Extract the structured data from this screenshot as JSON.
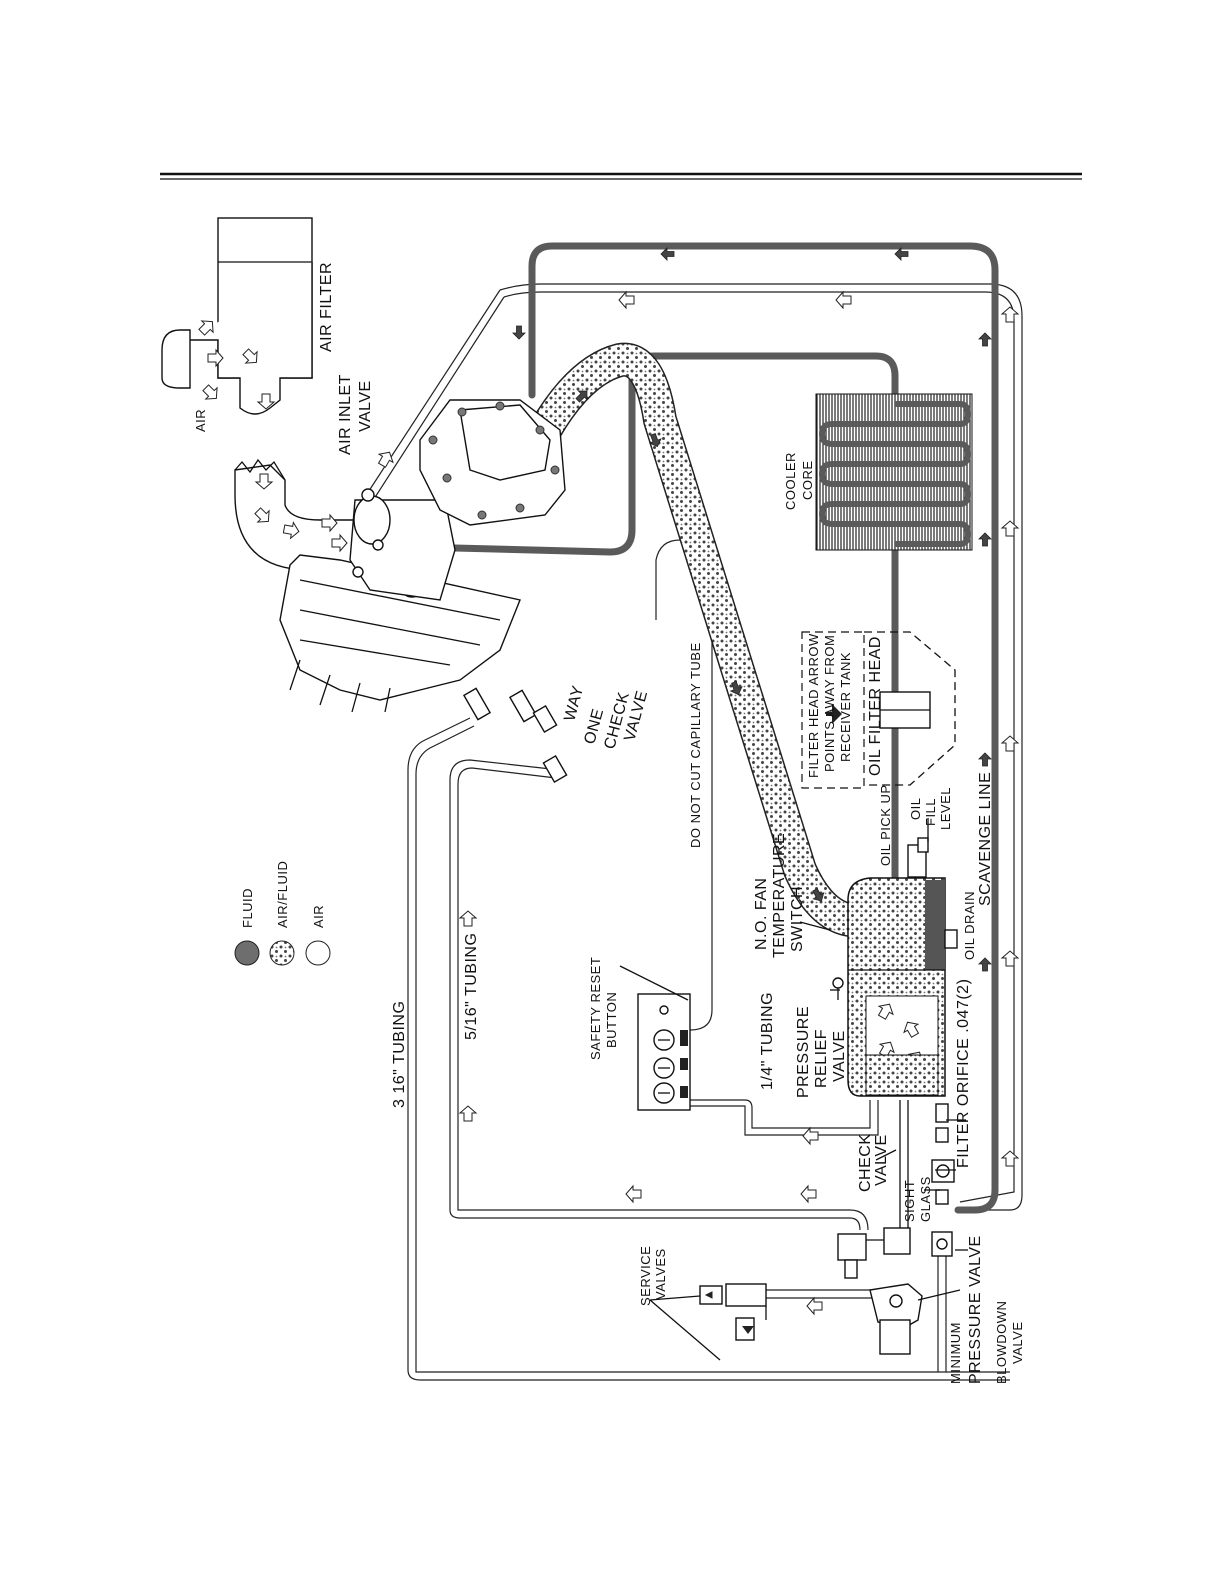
{
  "legend": {
    "fluid": "FLUID",
    "air_fluid": "AIR/FLUID",
    "air": "AIR",
    "colors": {
      "fluid": "#6e6e6e",
      "air_fluid": "#dddddd",
      "air": "#ffffff"
    }
  },
  "labels": {
    "air": "AIR",
    "air_filter": "AIR FILTER",
    "air_inlet_valve_1": "AIR INLET",
    "air_inlet_valve_2": "VALVE",
    "one_way_check_1": "WAY",
    "one_way_check_2": "ONE",
    "one_way_check_3": "CHECK",
    "one_way_check_4": "VALVE",
    "do_not_cut": "DO NOT CUT CAPILLARY TUBE",
    "cooler_core_1": "COOLER",
    "cooler_core_2": "CORE",
    "filter_head_note_1": "FILTER HEAD ARROW",
    "filter_head_note_2": "POINTS AWAY FROM",
    "filter_head_note_3": "RECEIVER TANK",
    "oil_filter_head": "OIL FILTER HEAD",
    "oil_pick_up": "OIL PICK UP",
    "oil_fill_level_1": "OIL",
    "oil_fill_level_2": "FILL",
    "oil_fill_level_3": "LEVEL",
    "scavenge_line": "SCAVENGE LINE",
    "oil_drain": "OIL DRAIN",
    "nofan_1": "N.O. FAN",
    "nofan_2": "TEMPERATURE",
    "nofan_3": "SWITCH",
    "pressure_relief_1": "PRESSURE",
    "pressure_relief_2": "RELIEF",
    "pressure_relief_3": "VALVE",
    "filter_orifice": "FILTER ORIFICE .047(2)",
    "check_valve_1": "CHECK",
    "check_valve_2": "VALVE",
    "sight_glass_1": "SIGHT",
    "sight_glass_2": "GLASS",
    "safety_reset_1": "SAFETY RESET",
    "safety_reset_2": "BUTTON",
    "tubing_316": "3 16\" TUBING",
    "tubing_516": "5/16\" TUBING",
    "tubing_14": "1/4\" TUBING",
    "service_valves_1": "SERVICE",
    "service_valves_2": "VALVES",
    "minimum_pressure_1": "MINIMUM",
    "minimum_pressure_2": "PRESSURE VALVE",
    "blowdown_1": "BLOWDOWN",
    "blowdown_2": "VALVE"
  }
}
